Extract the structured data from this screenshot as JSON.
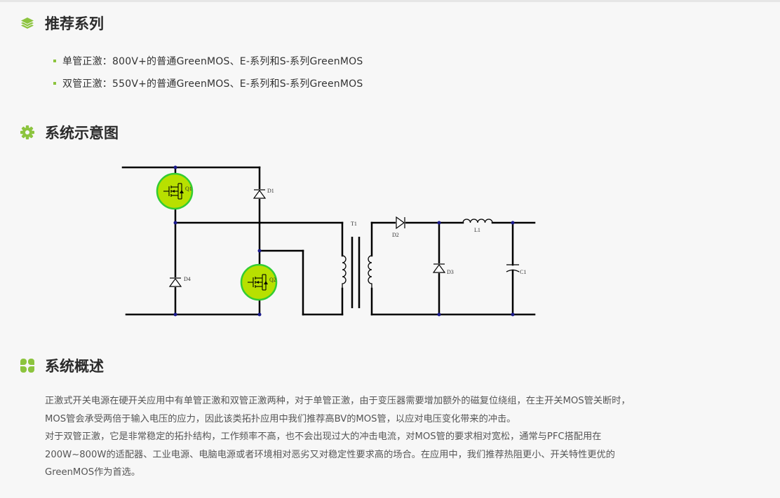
{
  "sections": {
    "recommend": {
      "title": "推荐系列",
      "icon": "layers-icon",
      "items": [
        "单管正激：800V+的普通GreenMOS、E-系列和S-系列GreenMOS",
        "双管正激：550V+的普通GreenMOS、E-系列和S-系列GreenMOS"
      ]
    },
    "diagram": {
      "title": "系统示意图",
      "icon": "gear-icon",
      "labels": {
        "q1": "Q1",
        "q2": "Q2",
        "d1": "D1",
        "d2": "D2",
        "d3": "D3",
        "d4": "D4",
        "t1": "T1",
        "l1": "L1",
        "c1": "C1"
      }
    },
    "overview": {
      "title": "系统概述",
      "icon": "clover-icon",
      "paragraphs": [
        "正激式开关电源在硬开关应用中有单管正激和双管正激两种，对于单管正激，由于变压器需要增加额外的磁复位绕组，在主开关MOS管关断时，MOS管会承受两倍于输入电压的应力，因此该类拓扑应用中我们推荐高BV的MOS管，以应对电压变化带来的冲击。",
        "对于双管正激，它是非常稳定的拓扑结构，工作频率不高，也不会出现过大的冲击电流，对MOS管的要求相对宽松，通常与PFC搭配用在200W~800W的适配器、工业电源、电脑电源或者环境相对恶劣又对稳定性要求高的场合。在应用中，我们推荐热阻更小、开关特性更优的GreenMOS作为首选。"
      ]
    }
  },
  "colors": {
    "accent": "#8cc43e",
    "highlight_fill": "#b8e000",
    "highlight_ring": "#33cc33",
    "wire": "#000000",
    "node": "#1a1a8c"
  }
}
